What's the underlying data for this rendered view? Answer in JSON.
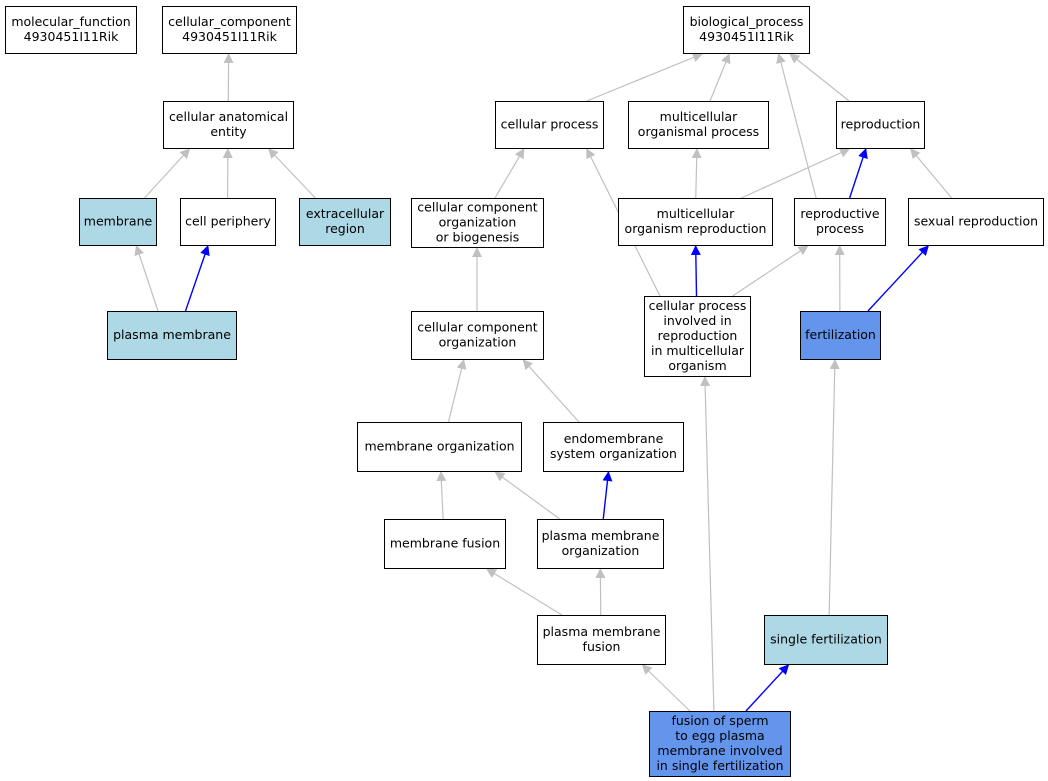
{
  "colors": {
    "white": "#ffffff",
    "light_blue": "#add8e6",
    "blue": "#6495ed",
    "edge_gray": "#c0c0c0",
    "edge_blue": "#0000ff"
  },
  "nodes": [
    {
      "id": "mf",
      "lines": [
        "molecular_function",
        "4930451I11Rik"
      ],
      "fill": "white"
    },
    {
      "id": "cc",
      "lines": [
        "cellular_component",
        "4930451I11Rik"
      ],
      "fill": "white"
    },
    {
      "id": "bp",
      "lines": [
        "biological_process",
        "4930451I11Rik"
      ],
      "fill": "white"
    },
    {
      "id": "cae",
      "lines": [
        "cellular anatomical",
        "entity"
      ],
      "fill": "white"
    },
    {
      "id": "cp",
      "lines": [
        "cellular process"
      ],
      "fill": "white"
    },
    {
      "id": "mop",
      "lines": [
        "multicellular",
        "organismal process"
      ],
      "fill": "white"
    },
    {
      "id": "repro",
      "lines": [
        "reproduction"
      ],
      "fill": "white"
    },
    {
      "id": "memb",
      "lines": [
        "membrane"
      ],
      "fill": "light_blue"
    },
    {
      "id": "cper",
      "lines": [
        "cell periphery"
      ],
      "fill": "white"
    },
    {
      "id": "extra",
      "lines": [
        "extracellular",
        "region"
      ],
      "fill": "light_blue"
    },
    {
      "id": "ccob",
      "lines": [
        "cellular component",
        "organization",
        "or biogenesis"
      ],
      "fill": "white"
    },
    {
      "id": "mor",
      "lines": [
        "multicellular",
        "organism reproduction"
      ],
      "fill": "white"
    },
    {
      "id": "rp",
      "lines": [
        "reproductive",
        "process"
      ],
      "fill": "white"
    },
    {
      "id": "sr",
      "lines": [
        "sexual reproduction"
      ],
      "fill": "white"
    },
    {
      "id": "pm",
      "lines": [
        "plasma membrane"
      ],
      "fill": "light_blue"
    },
    {
      "id": "cco",
      "lines": [
        "cellular component",
        "organization"
      ],
      "fill": "white"
    },
    {
      "id": "cpir",
      "lines": [
        "cellular process",
        "involved in",
        "reproduction",
        "in multicellular",
        "organism"
      ],
      "fill": "white"
    },
    {
      "id": "fert",
      "lines": [
        "fertilization"
      ],
      "fill": "blue"
    },
    {
      "id": "mo",
      "lines": [
        "membrane organization"
      ],
      "fill": "white"
    },
    {
      "id": "eso",
      "lines": [
        "endomembrane",
        "system organization"
      ],
      "fill": "white"
    },
    {
      "id": "mfus",
      "lines": [
        "membrane fusion"
      ],
      "fill": "white"
    },
    {
      "id": "pmo",
      "lines": [
        "plasma membrane",
        "organization"
      ],
      "fill": "white"
    },
    {
      "id": "pmf",
      "lines": [
        "plasma membrane",
        "fusion"
      ],
      "fill": "white"
    },
    {
      "id": "sf",
      "lines": [
        "single fertilization"
      ],
      "fill": "light_blue"
    },
    {
      "id": "fsep",
      "lines": [
        "fusion of sperm",
        "to egg plasma",
        "membrane involved",
        "in single fertilization"
      ],
      "fill": "blue"
    }
  ],
  "edges": [
    {
      "from": "cae",
      "to": "cc",
      "color": "gray"
    },
    {
      "from": "memb",
      "to": "cae",
      "color": "gray"
    },
    {
      "from": "cper",
      "to": "cae",
      "color": "gray"
    },
    {
      "from": "extra",
      "to": "cae",
      "color": "gray"
    },
    {
      "from": "pm",
      "to": "memb",
      "color": "gray"
    },
    {
      "from": "pm",
      "to": "cper",
      "color": "blue"
    },
    {
      "from": "cp",
      "to": "bp",
      "color": "gray"
    },
    {
      "from": "mop",
      "to": "bp",
      "color": "gray"
    },
    {
      "from": "repro",
      "to": "bp",
      "color": "gray"
    },
    {
      "from": "rp",
      "to": "bp",
      "color": "gray"
    },
    {
      "from": "ccob",
      "to": "cp",
      "color": "gray"
    },
    {
      "from": "cpir",
      "to": "cp",
      "color": "gray"
    },
    {
      "from": "mor",
      "to": "mop",
      "color": "gray"
    },
    {
      "from": "mor",
      "to": "repro",
      "color": "gray"
    },
    {
      "from": "rp",
      "to": "repro",
      "color": "blue"
    },
    {
      "from": "sr",
      "to": "repro",
      "color": "gray"
    },
    {
      "from": "cpir",
      "to": "mor",
      "color": "blue"
    },
    {
      "from": "cpir",
      "to": "rp",
      "color": "gray"
    },
    {
      "from": "fert",
      "to": "rp",
      "color": "gray"
    },
    {
      "from": "fert",
      "to": "sr",
      "color": "blue"
    },
    {
      "from": "cco",
      "to": "ccob",
      "color": "gray"
    },
    {
      "from": "mo",
      "to": "cco",
      "color": "gray"
    },
    {
      "from": "eso",
      "to": "cco",
      "color": "gray"
    },
    {
      "from": "mfus",
      "to": "mo",
      "color": "gray"
    },
    {
      "from": "pmo",
      "to": "mo",
      "color": "gray"
    },
    {
      "from": "pmo",
      "to": "eso",
      "color": "blue"
    },
    {
      "from": "pmf",
      "to": "mfus",
      "color": "gray"
    },
    {
      "from": "pmf",
      "to": "pmo",
      "color": "gray"
    },
    {
      "from": "sf",
      "to": "fert",
      "color": "gray"
    },
    {
      "from": "fsep",
      "to": "pmf",
      "color": "gray"
    },
    {
      "from": "fsep",
      "to": "cpir",
      "color": "gray"
    },
    {
      "from": "fsep",
      "to": "sf",
      "color": "blue"
    }
  ]
}
